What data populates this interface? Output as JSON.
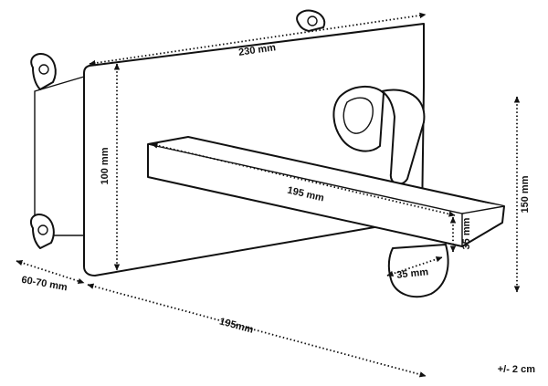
{
  "dimensions": {
    "plate_width": "230 mm",
    "plate_height": "100 mm",
    "spout_length": "195 mm",
    "spout_height": "35 mm",
    "spout_width": "35 mm",
    "total_height": "150 mm",
    "wall_depth": "60-70 mm",
    "projection": "195mm",
    "tolerance": "+/- 2 cm"
  },
  "colors": {
    "ink": "#111111",
    "background": "#ffffff"
  }
}
